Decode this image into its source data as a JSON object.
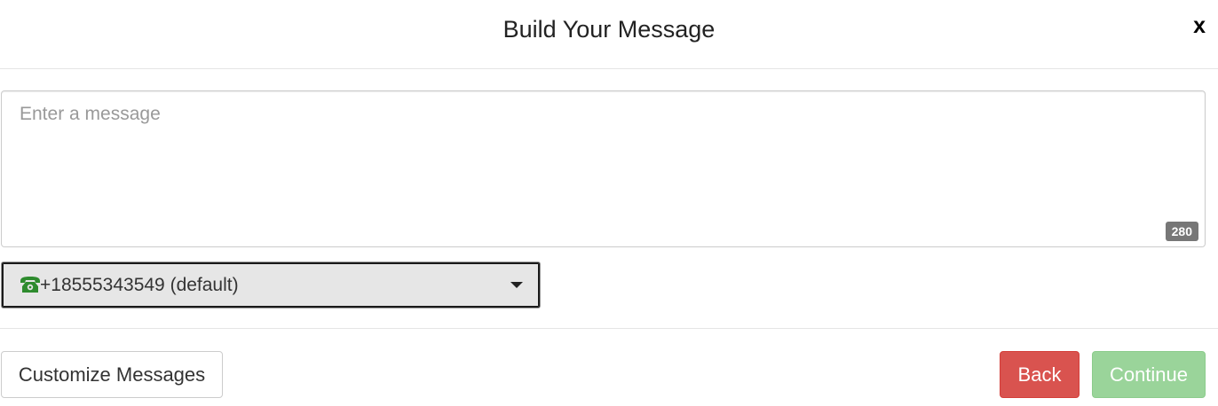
{
  "header": {
    "title": "Build Your Message",
    "close_label": "x"
  },
  "message": {
    "placeholder": "Enter a message",
    "value": "",
    "char_remaining": "280"
  },
  "sender": {
    "selected": "+18555343549 (default)",
    "icon": "phone-icon",
    "icon_color": "#2e8b2e"
  },
  "footer": {
    "customize_label": "Customize Messages",
    "back_label": "Back",
    "continue_label": "Continue"
  },
  "colors": {
    "back": "#d9534f",
    "continue_disabled": "#9ad49a"
  }
}
